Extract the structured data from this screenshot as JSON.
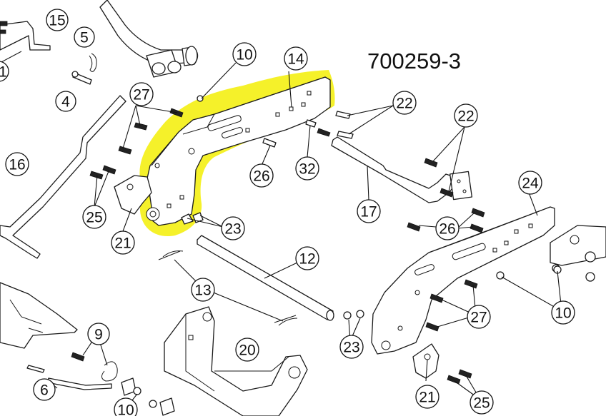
{
  "drawing_number": "700259-3",
  "highlight_color": "#f5f12a",
  "callouts": [
    "15",
    "5",
    "4",
    "10",
    "14",
    "27",
    "22",
    "22",
    "16",
    "26",
    "32",
    "25",
    "21",
    "23",
    "17",
    "24",
    "26",
    "12",
    "13",
    "9",
    "10",
    "27",
    "23",
    "20",
    "6",
    "10",
    "21",
    "25",
    "1"
  ]
}
